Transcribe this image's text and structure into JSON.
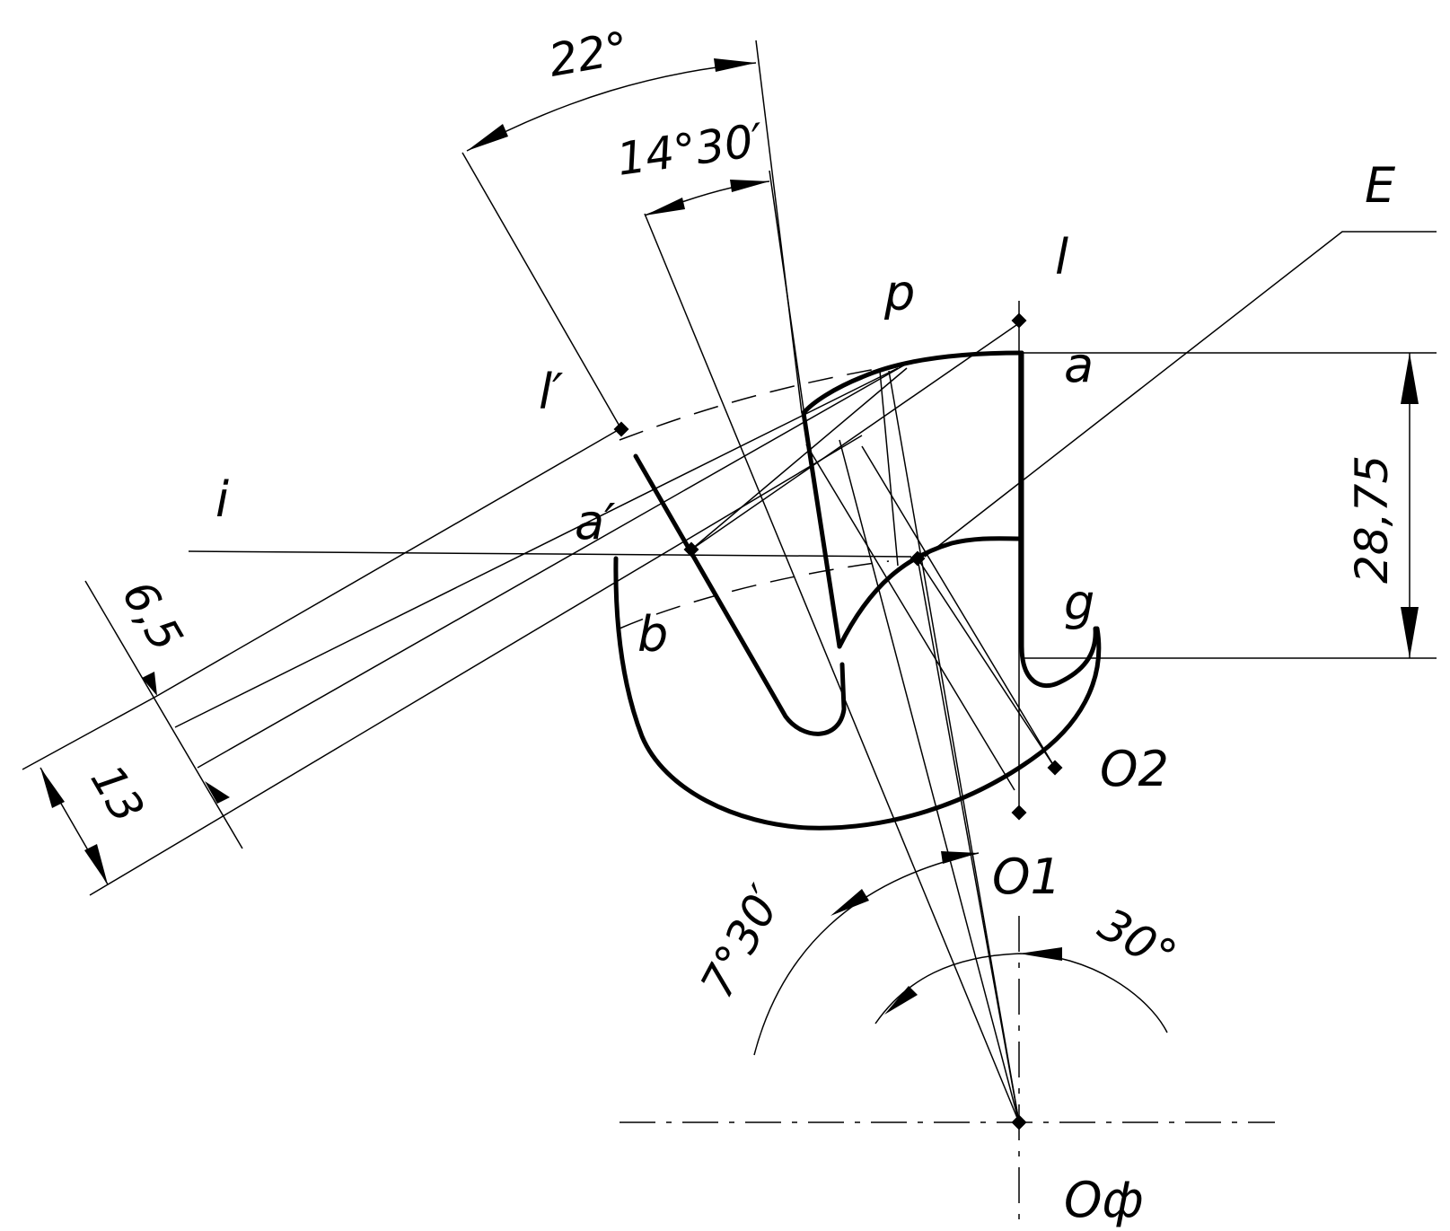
{
  "labels": {
    "E": "E",
    "l": "l",
    "l_prime": "l′",
    "p": "p",
    "a": "a",
    "a_prime": "a′",
    "i": "i",
    "b": "b",
    "g": "g",
    "O1": "O1",
    "O2": "O2",
    "Of": "Oф"
  },
  "dimensions": {
    "angle_22": "22°",
    "angle_14_30": "14°30′",
    "angle_7_30": "7°30′",
    "angle_30": "30°",
    "len_28_75": "28,75",
    "len_6_5": "6,5",
    "len_13": "13"
  }
}
